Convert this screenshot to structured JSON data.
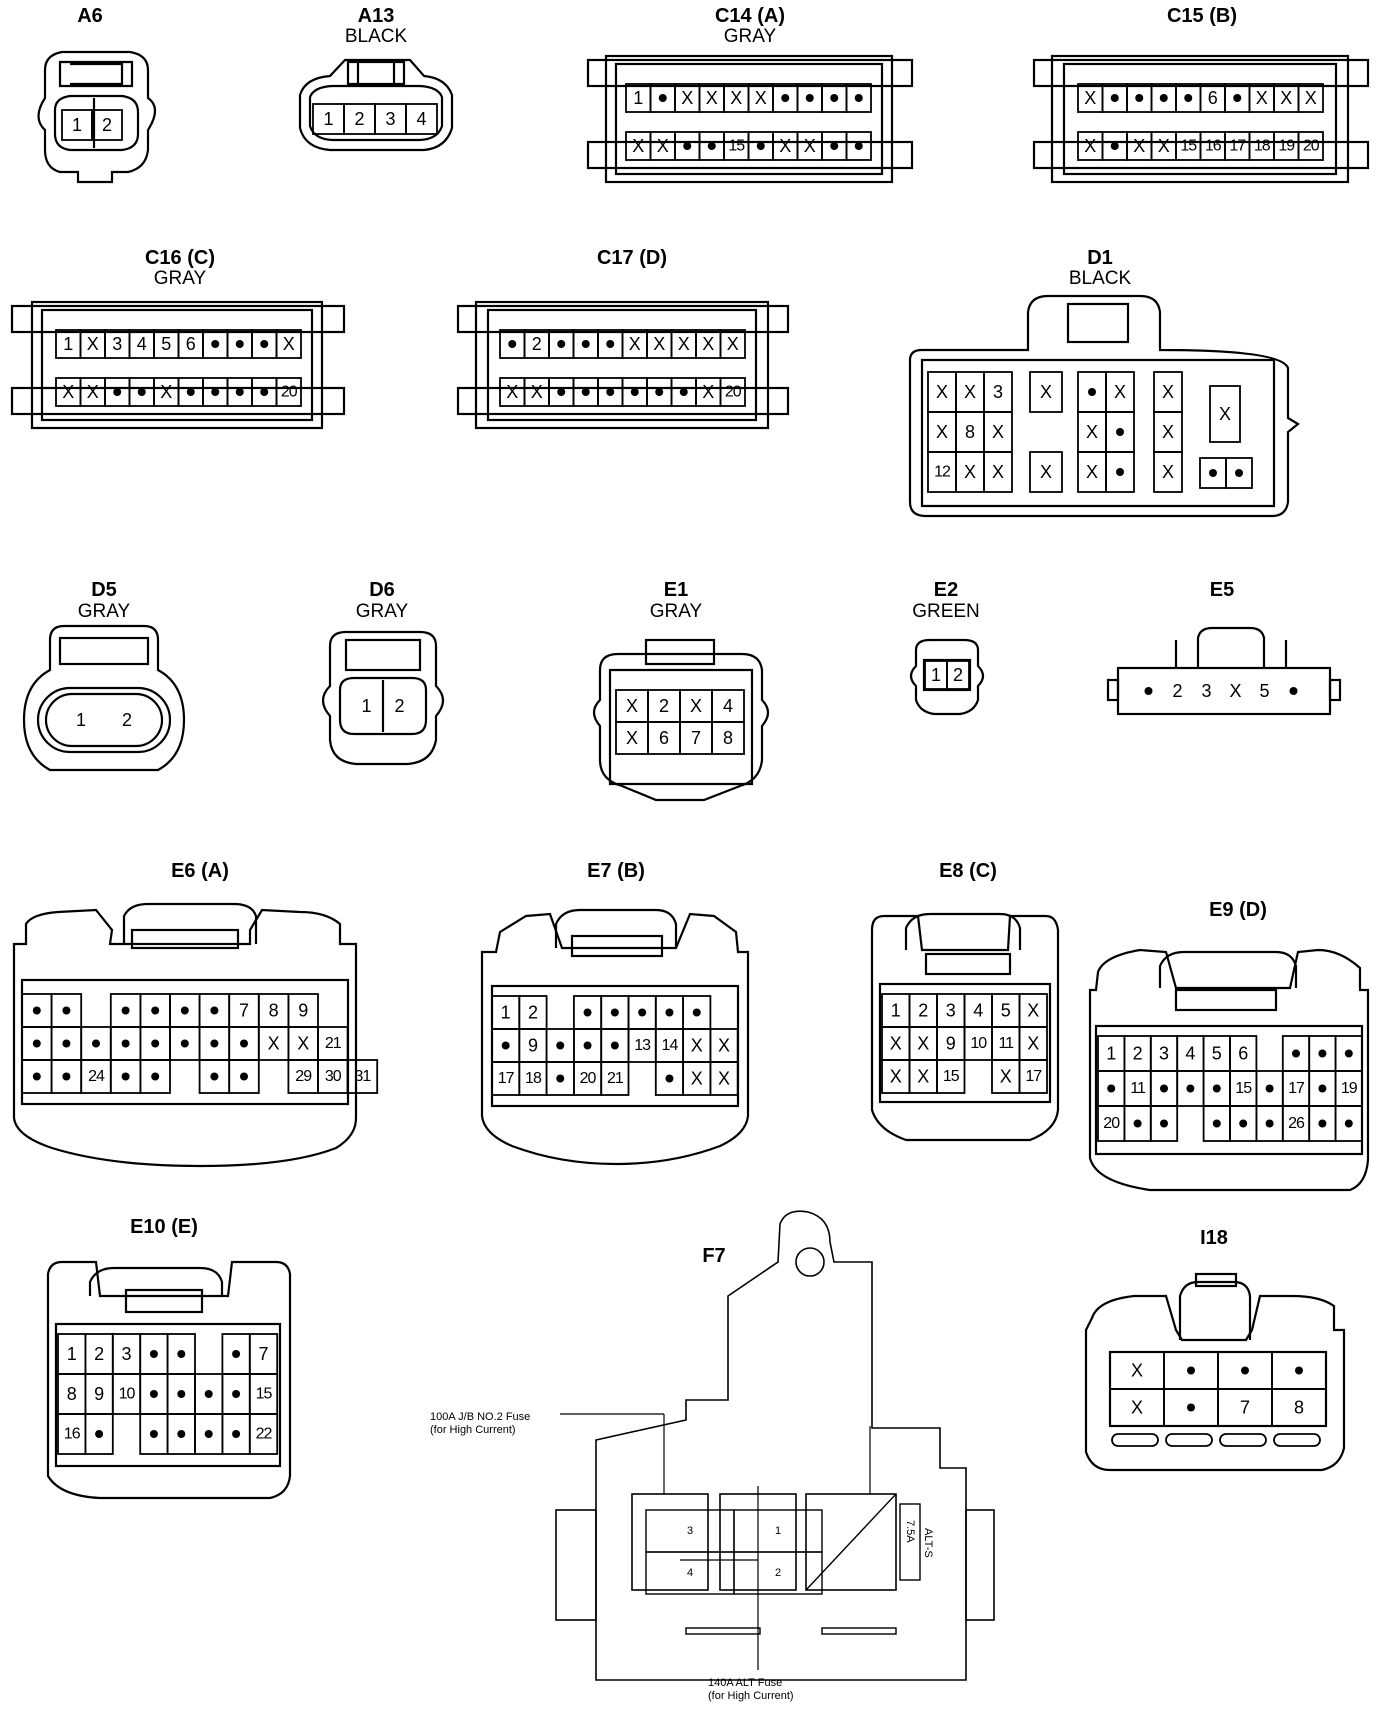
{
  "connectors": [
    {
      "id": "A6",
      "label": "A6",
      "color": "",
      "pins": [
        [
          "1",
          "2"
        ]
      ]
    },
    {
      "id": "A13",
      "label": "A13",
      "color": "BLACK",
      "pins": [
        [
          "1",
          "2",
          "3",
          "4"
        ]
      ]
    },
    {
      "id": "C14",
      "label": "C14 (A)",
      "color": "GRAY",
      "pins": [
        [
          "1",
          "•",
          "X",
          "X",
          "X",
          "X",
          "•",
          "•",
          "•",
          "•"
        ],
        [
          "X",
          "X",
          "•",
          "•",
          "15",
          "•",
          "X",
          "X",
          "•",
          "•"
        ]
      ]
    },
    {
      "id": "C15",
      "label": "C15 (B)",
      "color": "",
      "pins": [
        [
          "X",
          "•",
          "•",
          "•",
          "•",
          "6",
          "•",
          "X",
          "X",
          "X"
        ],
        [
          "X",
          "•",
          "X",
          "X",
          "15",
          "16",
          "17",
          "18",
          "19",
          "20"
        ]
      ]
    },
    {
      "id": "C16",
      "label": "C16 (C)",
      "color": "GRAY",
      "pins": [
        [
          "1",
          "X",
          "3",
          "4",
          "5",
          "6",
          "•",
          "•",
          "•",
          "X"
        ],
        [
          "X",
          "X",
          "•",
          "•",
          "X",
          "•",
          "•",
          "•",
          "•",
          "20"
        ]
      ]
    },
    {
      "id": "C17",
      "label": "C17 (D)",
      "color": "",
      "pins": [
        [
          "•",
          "2",
          "•",
          "•",
          "•",
          "X",
          "X",
          "X",
          "X",
          "X"
        ],
        [
          "X",
          "X",
          "•",
          "•",
          "•",
          "•",
          "•",
          "•",
          "X",
          "20"
        ]
      ]
    },
    {
      "id": "D1",
      "label": "D1",
      "color": "BLACK",
      "pins": [
        [
          "X",
          "X",
          "3",
          "X",
          "•",
          "X",
          "X",
          "X"
        ],
        [
          "X",
          "8",
          "X",
          "X",
          "•",
          "X"
        ],
        [
          "12",
          "X",
          "X",
          "X",
          "•",
          "X",
          "X",
          "•",
          "•"
        ]
      ]
    },
    {
      "id": "D5",
      "label": "D5",
      "color": "GRAY",
      "pins": [
        [
          "1",
          "2"
        ]
      ]
    },
    {
      "id": "D6",
      "label": "D6",
      "color": "GRAY",
      "pins": [
        [
          "1",
          "2"
        ]
      ]
    },
    {
      "id": "E1",
      "label": "E1",
      "color": "GRAY",
      "pins": [
        [
          "X",
          "2",
          "X",
          "4"
        ],
        [
          "X",
          "6",
          "7",
          "8"
        ]
      ]
    },
    {
      "id": "E2",
      "label": "E2",
      "color": "GREEN",
      "pins": [
        [
          "1",
          "2"
        ]
      ]
    },
    {
      "id": "E5",
      "label": "E5",
      "color": "",
      "pins": [
        [
          "•",
          "2",
          "3",
          "X",
          "5",
          "•"
        ]
      ]
    },
    {
      "id": "E6",
      "label": "E6 (A)",
      "color": "",
      "pins": [
        [
          "•",
          "•",
          "",
          "•",
          "•",
          "•",
          "•",
          "7",
          "8",
          "9"
        ],
        [
          "•",
          "•",
          "•",
          "•",
          "•",
          "•",
          "•",
          "•",
          "X",
          "X",
          "21"
        ],
        [
          "•",
          "•",
          "24",
          "•",
          "•",
          "",
          "•",
          "•",
          "",
          "29",
          "30",
          "31"
        ]
      ]
    },
    {
      "id": "E7",
      "label": "E7 (B)",
      "color": "",
      "pins": [
        [
          "1",
          "2",
          "",
          "•",
          "•",
          "•",
          "•",
          "•"
        ],
        [
          "•",
          "9",
          "•",
          "•",
          "•",
          "13",
          "14",
          "X",
          "X"
        ],
        [
          "17",
          "18",
          "•",
          "20",
          "21",
          "",
          "•",
          "X",
          "X"
        ]
      ]
    },
    {
      "id": "E8",
      "label": "E8 (C)",
      "color": "",
      "pins": [
        [
          "1",
          "2",
          "3",
          "4",
          "5",
          "X"
        ],
        [
          "X",
          "X",
          "9",
          "10",
          "11",
          "X"
        ],
        [
          "X",
          "X",
          "15",
          "",
          "X",
          "17"
        ]
      ]
    },
    {
      "id": "E9",
      "label": "E9 (D)",
      "color": "",
      "pins": [
        [
          "1",
          "2",
          "3",
          "4",
          "5",
          "6",
          "",
          "•",
          "•",
          "•"
        ],
        [
          "•",
          "11",
          "•",
          "•",
          "•",
          "15",
          "•",
          "17",
          "•",
          "19"
        ],
        [
          "20",
          "•",
          "•",
          "",
          "•",
          "•",
          "•",
          "26",
          "•",
          "•"
        ]
      ]
    },
    {
      "id": "E10",
      "label": "E10 (E)",
      "color": "",
      "pins": [
        [
          "1",
          "2",
          "3",
          "•",
          "•",
          "",
          "•",
          "7"
        ],
        [
          "8",
          "9",
          "10",
          "•",
          "•",
          "•",
          "•",
          "15"
        ],
        [
          "16",
          "•",
          "",
          "•",
          "•",
          "•",
          "•",
          "22"
        ]
      ]
    },
    {
      "id": "F7",
      "label": "F7",
      "color": "",
      "pins": [
        [
          "3",
          "1"
        ],
        [
          "4",
          "2"
        ]
      ]
    },
    {
      "id": "I18",
      "label": "I18",
      "color": "",
      "pins": [
        [
          "X",
          "•",
          "•",
          "•"
        ],
        [
          "X",
          "•",
          "7",
          "8"
        ]
      ]
    }
  ],
  "f7_notes": {
    "fuse_100a_line1": "100A J/B NO.2 Fuse",
    "fuse_100a_line2": "(for High Current)",
    "fuse_140a_line1": "140A ALT Fuse",
    "fuse_140a_line2": "(for High Current)",
    "alt_s": "ALT-S",
    "amp": "7.5A"
  }
}
